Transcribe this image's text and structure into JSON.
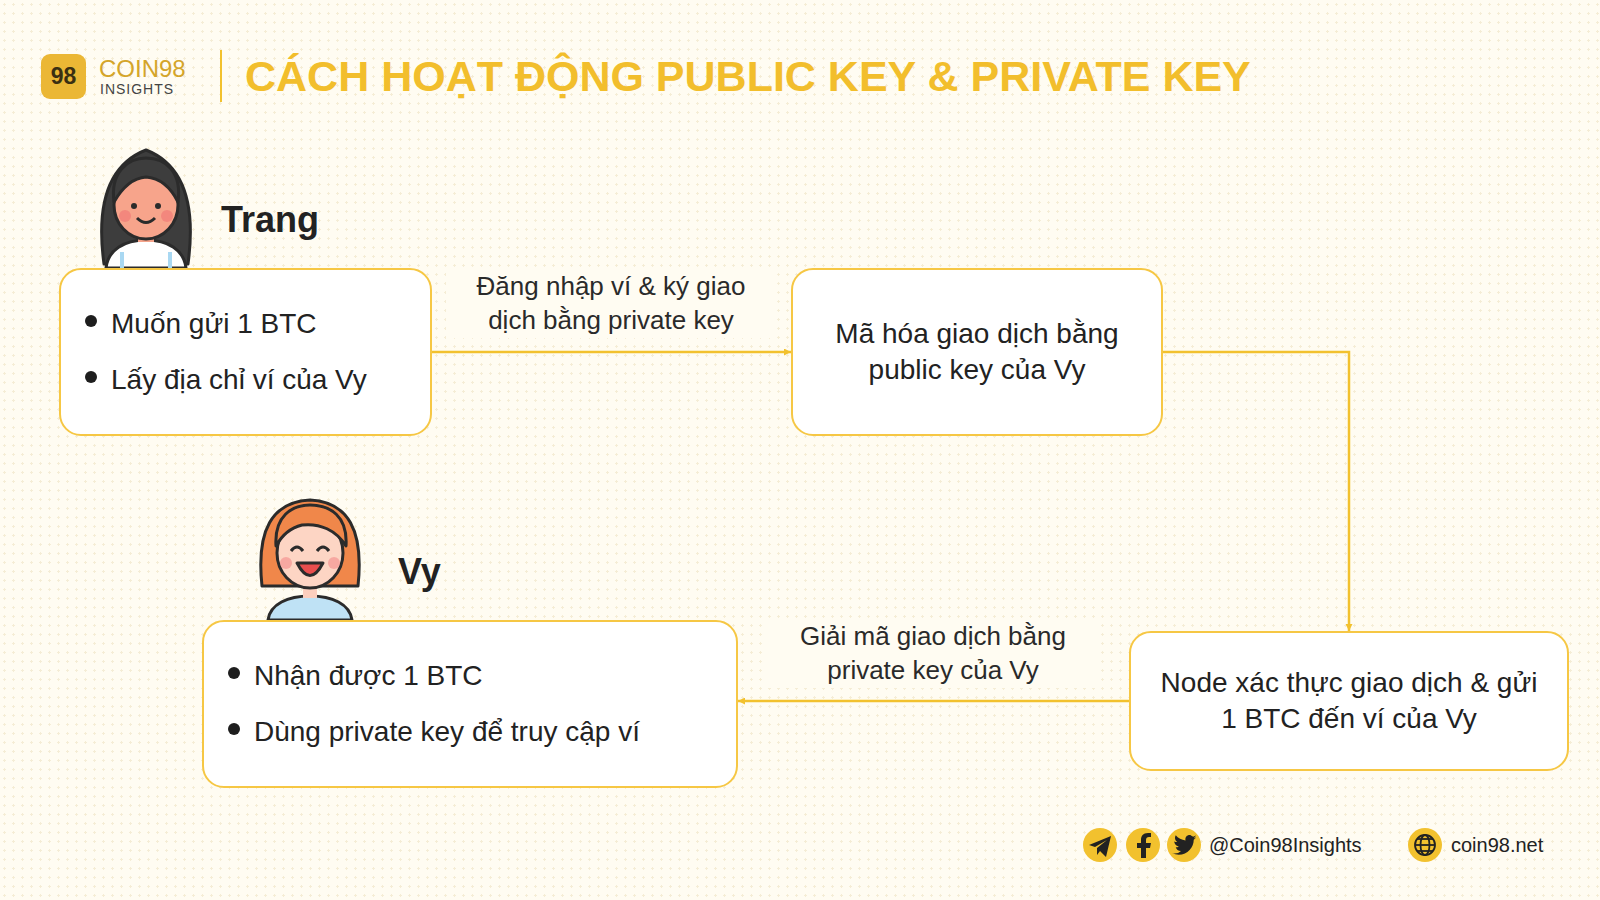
{
  "diagram": {
    "title": "CÁCH HOẠT ĐỘNG PUBLIC KEY & PRIVATE KEY",
    "nodes": [
      {
        "text": [
          "Trang",
          "Muốn gửi 1 BTC",
          "Lấy địa chỉ ví của Vy"
        ]
      },
      {
        "text": [
          "Mã hóa giao dịch bằng public key của Vy"
        ]
      },
      {
        "text": [
          "Node xác thực giao dịch & gửi 1 BTC đến ví của Vy"
        ]
      },
      {
        "text": [
          "Vy",
          "Nhận được 1 BTC",
          "Dùng private key để truy cập ví"
        ]
      }
    ],
    "edges": [
      {
        "from": 0,
        "to": 1,
        "label": "Đăng nhập ví & ký giao dịch bằng private key",
        "arrow": "to"
      },
      {
        "from": 1,
        "to": 2,
        "arrow": "to"
      },
      {
        "from": 2,
        "to": 3,
        "label": "Giải mã giao dịch bằng private key của Vy",
        "arrow": "to"
      }
    ],
    "labels": [
      "98",
      "COIN98",
      "INSIGHTS",
      "@Coin98Insights",
      "coin98.net"
    ]
  }
}
